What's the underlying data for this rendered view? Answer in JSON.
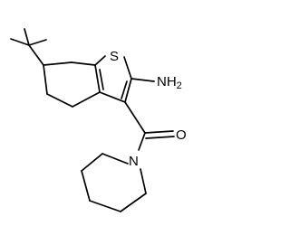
{
  "molecule": {
    "atoms": {
      "sulfur": "S",
      "amine_prefix": "NH",
      "amine_subscript": "2",
      "carbonyl_oxygen": "O",
      "piperidine_nitrogen": "N"
    },
    "colors": {
      "bond": "#000000",
      "label": "#000000",
      "background": "#ffffff"
    }
  }
}
